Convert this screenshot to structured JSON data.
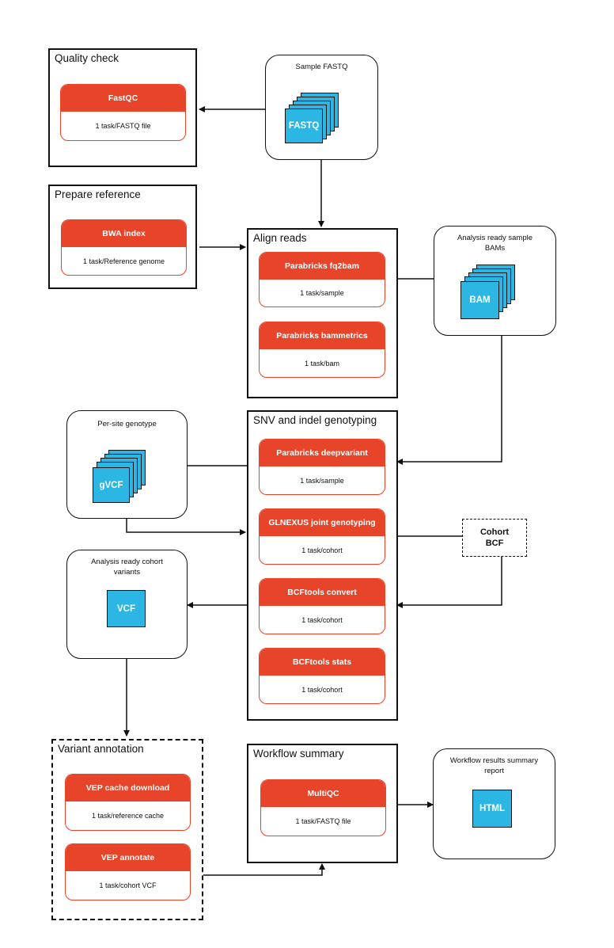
{
  "groups": {
    "quality_check": "Quality check",
    "prepare_reference": "Prepare reference",
    "align_reads": "Align reads",
    "snv_genotyping": "SNV and indel genotyping",
    "variant_annotation": "Variant annotation",
    "workflow_summary": "Workflow summary"
  },
  "tasks": {
    "fastqc": {
      "name": "FastQC",
      "scope": "1 task/FASTQ file"
    },
    "bwa_index": {
      "name": "BWA index",
      "scope": "1 task/Reference genome"
    },
    "fq2bam": {
      "name": "Parabricks fq2bam",
      "scope": "1 task/sample"
    },
    "bammetrics": {
      "name": "Parabricks bammetrics",
      "scope": "1 task/bam"
    },
    "deepvariant": {
      "name": "Parabricks deepvariant",
      "scope": "1 task/sample"
    },
    "glnexus": {
      "name": "GLNEXUS joint genotyping",
      "scope": "1 task/cohort"
    },
    "bcftools_convert": {
      "name": "BCFtools convert",
      "scope": "1 task/cohort"
    },
    "bcftools_stats": {
      "name": "BCFtools stats",
      "scope": "1 task/cohort"
    },
    "vep_cache": {
      "name": "VEP cache download",
      "scope": "1 task/reference cache"
    },
    "vep_annotate": {
      "name": "VEP annotate",
      "scope": "1 task/cohort VCF"
    },
    "multiqc": {
      "name": "MultiQC",
      "scope": "1 task/FASTQ file"
    }
  },
  "data_nodes": {
    "sample_fastq": {
      "title": "Sample FASTQ",
      "file": "FASTQ"
    },
    "sample_bams": {
      "title": "Analysis ready sample BAMs",
      "file": "BAM"
    },
    "per_site_genotype": {
      "title": "Per-site genotype",
      "file": "gVCF"
    },
    "cohort_variants": {
      "title": "Analysis ready cohort variants",
      "file": "VCF"
    },
    "summary_report": {
      "title": "Workflow results summary report",
      "file": "HTML"
    }
  },
  "cohort_bcf": {
    "line1": "Cohort",
    "line2": "BCF"
  },
  "colors": {
    "task_red": "#e8442a",
    "file_blue": "#2bb6e4",
    "line": "#111111"
  }
}
